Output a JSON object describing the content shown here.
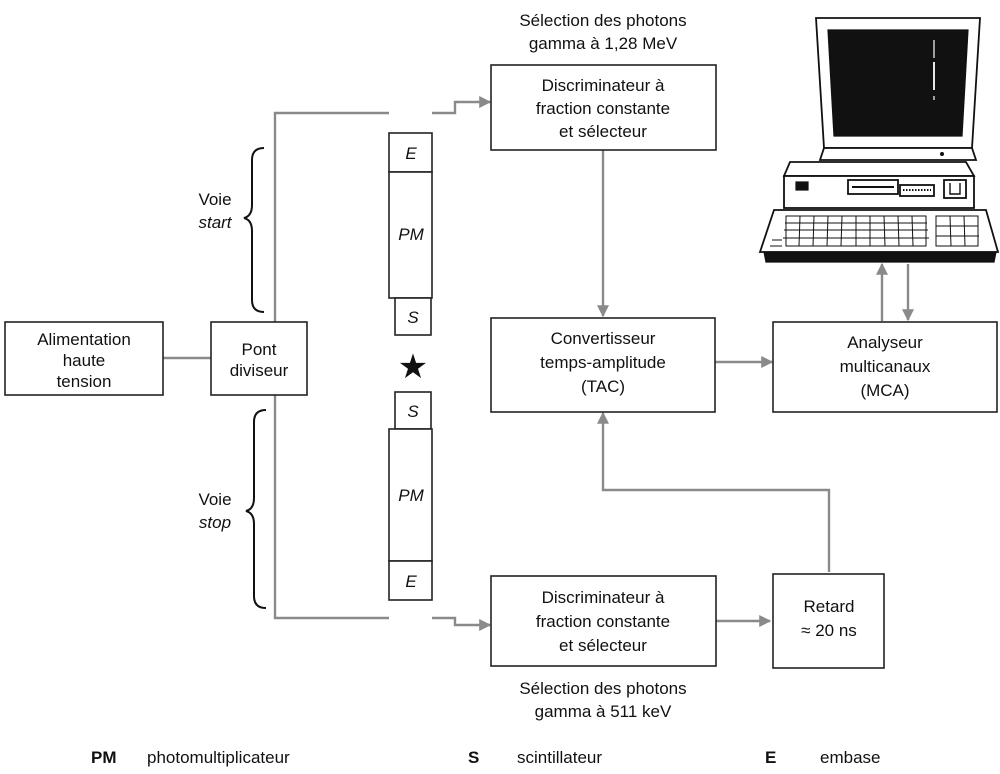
{
  "blocks": {
    "alimentation": [
      "Alimentation",
      "haute",
      "tension"
    ],
    "pont": [
      "Pont",
      "diviseur"
    ],
    "discri_top": [
      "Discriminateur à",
      "fraction constante",
      "et sélecteur"
    ],
    "discri_bottom": [
      "Discriminateur à",
      "fraction constante",
      "et sélecteur"
    ],
    "tac": [
      "Convertisseur",
      "temps-amplitude",
      "(TAC)"
    ],
    "mca": [
      "Analyseur",
      "multicanaux",
      "(MCA)"
    ],
    "retard": [
      "Retard",
      "≈ 20 ns"
    ]
  },
  "detector": {
    "top": {
      "e": "E",
      "pm": "PM",
      "s": "S"
    },
    "bottom": {
      "s": "S",
      "pm": "PM",
      "e": "E"
    },
    "source_symbol": "★"
  },
  "labels": {
    "selection_top": [
      "Sélection des photons",
      "gamma à 1,28 MeV"
    ],
    "selection_bottom": [
      "Sélection des photons",
      "gamma à 511 keV"
    ],
    "voie_start": [
      "Voie",
      "start"
    ],
    "voie_stop": [
      "Voie",
      "stop"
    ]
  },
  "legend": [
    {
      "abbr": "PM",
      "text": "photomultiplicateur"
    },
    {
      "abbr": "S",
      "text": "scintillateur"
    },
    {
      "abbr": "E",
      "text": "embase"
    }
  ],
  "colors": {
    "wire": "#8a8a8a",
    "line": "#222222",
    "text": "#111111"
  },
  "icons": {
    "computer": "computer-icon",
    "star": "star-icon"
  }
}
